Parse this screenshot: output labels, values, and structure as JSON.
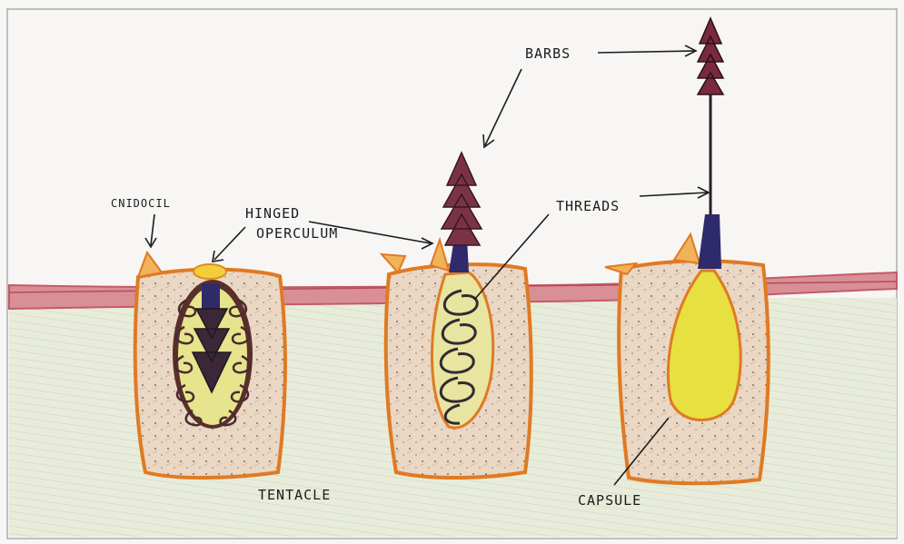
{
  "labels": {
    "cnidocil": "CNIDOCIL",
    "hinged_line1": "HINGED",
    "hinged_line2": "OPERCULUM",
    "barbs": "BARBS",
    "threads": "THREADS",
    "tentacle": "TENTACLE",
    "capsule": "CAPSULE"
  },
  "colors": {
    "paper": "#f7f6f4",
    "tentacle_band": "#c9606a",
    "tentacle_tissue": "#e6ead8",
    "cell_fill": "#ead7c4",
    "cell_outline": "#e07a22",
    "capsule_yellow": "#e8e36c",
    "thread": "#3a2a3a",
    "barb": "#6b2838",
    "shaft": "#3b2a6a"
  }
}
